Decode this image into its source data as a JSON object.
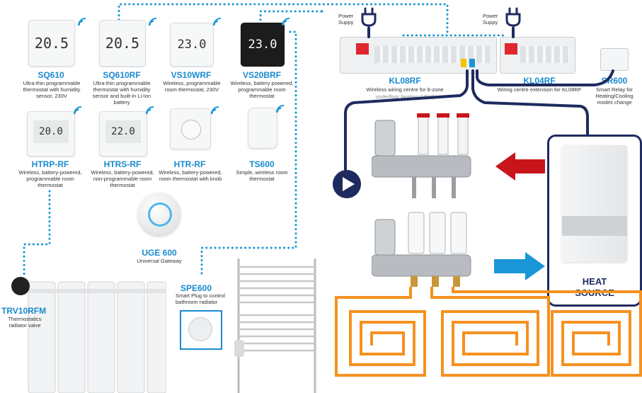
{
  "colors": {
    "accent": "#1a8ad0",
    "navy": "#1f2b5e",
    "pipe_orange": "#f59120",
    "arrow_red": "#c8151b",
    "arrow_blue": "#1a96d6",
    "wifi": "#1a96d6"
  },
  "products": {
    "sq610": {
      "name": "SQ610",
      "desc": "Ultra-thin programmable thermostat with humidity sensor, 230V",
      "display": "20.5"
    },
    "sq610rf": {
      "name": "SQ610RF",
      "desc": "Ultra-thin programmable thermostat with humidity sensor and built-in Li-Ion battery",
      "display": "20.5"
    },
    "vs10wrf": {
      "name": "VS10WRF",
      "desc": "Wireless, programmable room thermostat, 230V",
      "display": "23.0"
    },
    "vs20brf": {
      "name": "VS20BRF",
      "desc": "Wireless, battery powered, programmable room thermostat",
      "display": "23.0"
    },
    "htrp": {
      "name": "HTRP-RF",
      "desc": "Wireless, battery-powered, programmable room thermostat",
      "display": "20.0"
    },
    "htrs": {
      "name": "HTRS-RF",
      "desc": "Wireless, battery-powered, non-programmable room thermostat",
      "display": "22.0"
    },
    "htr": {
      "name": "HTR-RF",
      "desc": "Wireless, battery-powered, room thermostat with knob"
    },
    "ts600": {
      "name": "TS600",
      "desc": "Simple, wireless room thermostat"
    },
    "uge600": {
      "name": "UGE 600",
      "desc": "Universal Gateway"
    },
    "spe600": {
      "name": "SPE600",
      "desc": "Smart Plug to control bathroom radiator"
    },
    "trv": {
      "name": "TRV10RFM",
      "desc": "Thermostatics radiator valve"
    },
    "kl08rf": {
      "name": "KL08RF",
      "desc": "Wireless wiring centre for 8-zone",
      "desc2": "underfloor heating (UFH)"
    },
    "kl04rf": {
      "name": "KL04RF",
      "desc": "Wiring centre extension for KL08RF"
    },
    "sr600": {
      "name": "SR600",
      "desc": "Smart Relay for Heating/Cooling modes change"
    }
  },
  "power_label_1": "Power Suppy",
  "power_label_2": "Power Suppy",
  "heat_source": {
    "line1": "HEAT",
    "line2": "SOURCE"
  }
}
